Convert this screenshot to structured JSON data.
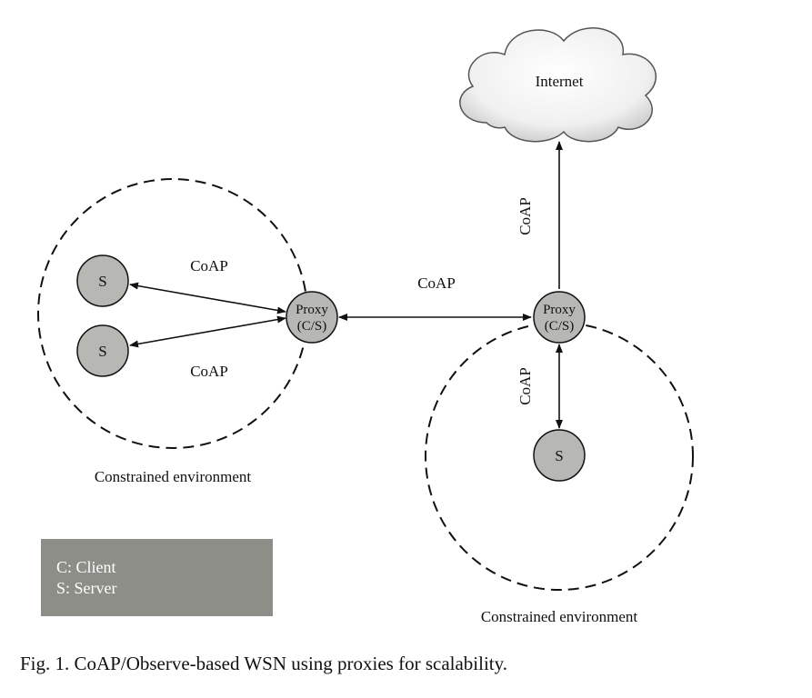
{
  "cloud": {
    "label": "Internet"
  },
  "left_env": {
    "label": "Constrained environment",
    "nodes": [
      "S",
      "S"
    ],
    "proxy": {
      "line1": "Proxy",
      "line2": "(C/S)"
    },
    "links": [
      "CoAP",
      "CoAP"
    ]
  },
  "right_env": {
    "label": "Constrained environment",
    "node": "S",
    "proxy": {
      "line1": "Proxy",
      "line2": "(C/S)"
    },
    "link_down": "CoAP",
    "link_up": "CoAP"
  },
  "proxy_link": "CoAP",
  "legend": {
    "line1": "C: Client",
    "line2": "S: Server"
  },
  "caption": "Fig. 1.  CoAP/Observe-based WSN using proxies for scalability."
}
